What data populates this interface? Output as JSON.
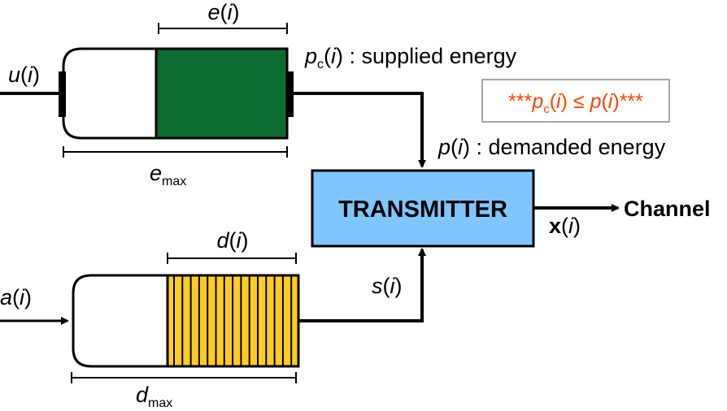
{
  "battery": {
    "input_label": {
      "main": "u",
      "var": "i"
    },
    "fill_label": {
      "main": "e",
      "var": "i"
    },
    "capacity_label": {
      "main": "e",
      "sub": "max"
    },
    "fill_color": "#0b6b31"
  },
  "data_buffer": {
    "input_label": {
      "main": "a",
      "var": "i"
    },
    "fill_label": {
      "main": "d",
      "var": "i"
    },
    "capacity_label": {
      "main": "d",
      "sub": "max"
    },
    "fill_color": "#ffcc22"
  },
  "supplied": {
    "main": "p",
    "sub": "c",
    "var": "i",
    "text": ": supplied energy"
  },
  "demanded": {
    "main": "p",
    "var": "i",
    "text": ": demanded energy"
  },
  "constraint": {
    "stars_left": "***",
    "p1": "p",
    "p1_sub": "c",
    "var1": "i",
    "leq": " ≤ ",
    "p2": "p",
    "var2": "i",
    "stars_right": "***",
    "color": "#ff4400"
  },
  "transmitter": {
    "label": "TRANSMITTER",
    "color": "#7fc6ff"
  },
  "signal": {
    "main": "s",
    "var": "i"
  },
  "output": {
    "main": "x",
    "var": "i"
  },
  "channel": {
    "label": "Channel"
  }
}
